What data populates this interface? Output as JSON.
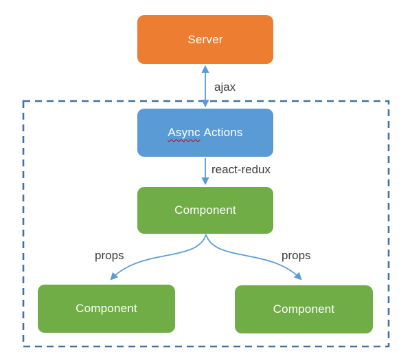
{
  "diagram": {
    "nodes": {
      "server": {
        "label": "Server",
        "fill": "#ED7D31"
      },
      "async_actions": {
        "label": "Async Actions",
        "label_word_misspelled": "Async",
        "label_word_rest": "Actions",
        "fill": "#5B9BD5"
      },
      "component_middle": {
        "label": "Component",
        "fill": "#70AD47"
      },
      "component_left": {
        "label": "Component",
        "fill": "#70AD47"
      },
      "component_right": {
        "label": "Component",
        "fill": "#70AD47"
      }
    },
    "edge_labels": {
      "ajax": "ajax",
      "react_redux": "react-redux",
      "props_left": "props",
      "props_right": "props"
    },
    "colors": {
      "arrow": "#5B9BD5",
      "boundary": "#41719C",
      "node_text": "#FFFFFF",
      "edge_label_text": "#3B3B3B",
      "spellcheck_underline": "#C00000"
    }
  }
}
